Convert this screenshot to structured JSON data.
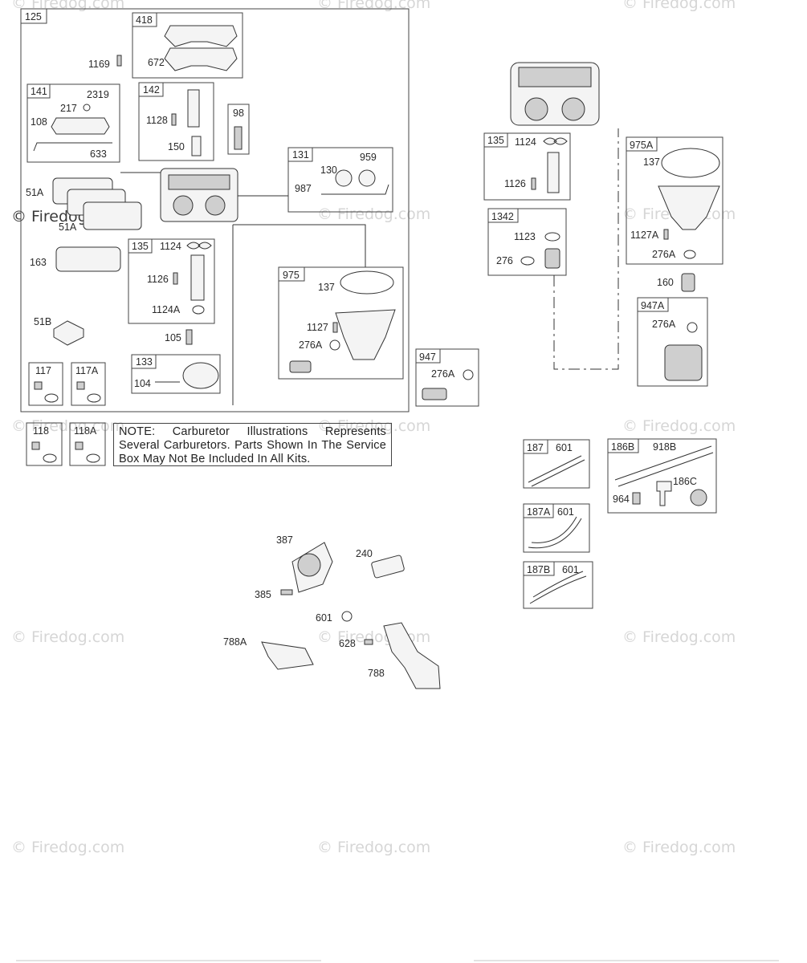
{
  "watermarks": {
    "brand": "© Firedog.com",
    "brand_main": "© Firedog.com"
  },
  "note": {
    "text": "NOTE: Carburetor Illustrations Represents Several Carburetors. Parts Shown In The Service Box May Not Be Included In All Kits."
  },
  "boxes": {
    "b125": "125",
    "b418": "418",
    "b141": "141",
    "b142": "142",
    "b98": "98",
    "b131": "131",
    "b135a": "135",
    "b133": "133",
    "b975": "975",
    "b117": "117",
    "b117a": "117A",
    "b947": "947",
    "b118": "118",
    "b118a": "118A",
    "b135b": "135",
    "b1342": "1342",
    "b975a": "975A",
    "b947a": "947A",
    "b187": "187",
    "b187a": "187A",
    "b187b": "187B",
    "b186b": "186B"
  },
  "parts": {
    "p1169": "1169",
    "p672": "672",
    "p2319": "2319",
    "p217": "217",
    "p108": "108",
    "p633": "633",
    "p1128": "1128",
    "p150": "150",
    "p51a_top": "51A",
    "p51a_bot": "51A",
    "p163": "163",
    "p51b": "51B",
    "p1124a": "1124",
    "p1126a": "1126",
    "p1124A": "1124A",
    "p105": "105",
    "p104": "104",
    "p130": "130",
    "p959": "959",
    "p987": "987",
    "p137a": "137",
    "p1127": "1127",
    "p276A_975": "276A",
    "p276A_947": "276A",
    "p1124b": "1124",
    "p1126b": "1126",
    "p1123": "1123",
    "p276": "276",
    "p137b": "137",
    "p1127A": "1127A",
    "p276A_975a": "276A",
    "p160": "160",
    "p276A_947a": "276A",
    "p601_187": "601",
    "p601_187a": "601",
    "p601_187b": "601",
    "p918B": "918B",
    "p186C": "186C",
    "p964": "964",
    "p387": "387",
    "p240": "240",
    "p385": "385",
    "p601": "601",
    "p788A": "788A",
    "p628": "628",
    "p788": "788"
  },
  "icons": [
    "screw-icon",
    "gasket-icon",
    "carburetor-body-icon",
    "fuel-pump-icon",
    "fuel-filter-icon",
    "bracket-icon",
    "fuel-line-icon",
    "solenoid-icon",
    "float-bowl-icon",
    "clamp-icon"
  ]
}
